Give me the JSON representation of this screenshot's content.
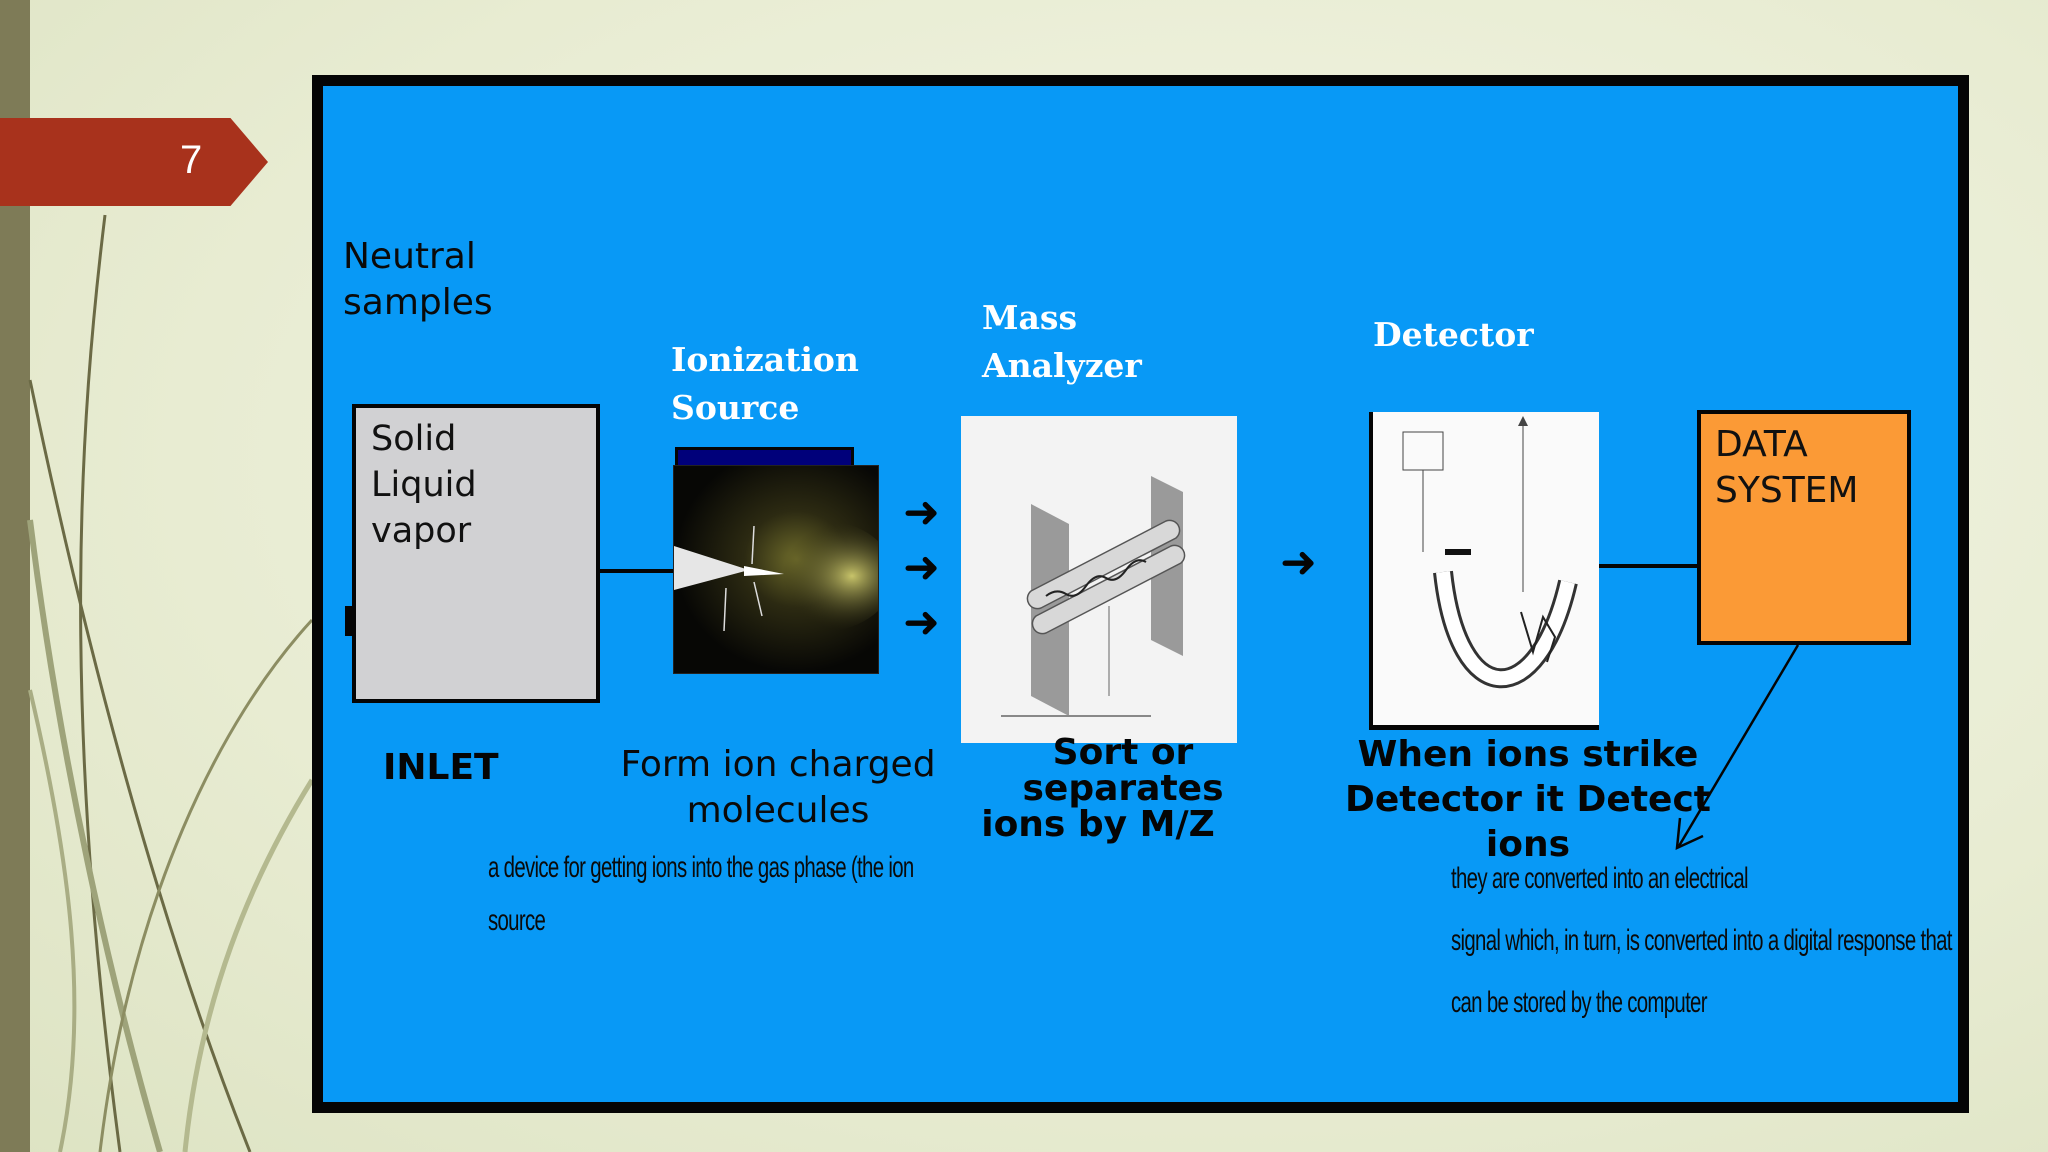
{
  "slide_number": "7",
  "colors": {
    "panel": "#0899f6",
    "slide_tag": "#a8321c",
    "data_system": "#fb9a36",
    "inlet_box": "#d1d1d3"
  },
  "diagram": {
    "neutral_samples": [
      "Neutral",
      "samples"
    ],
    "inlet_box_lines": [
      "Solid",
      "Liquid",
      "vapor"
    ],
    "ionization_source_label": [
      "Ionization",
      "Source"
    ],
    "mass_analyzer_label": [
      "Mass",
      "Analyzer"
    ],
    "detector_label": "Detector",
    "data_system_lines": [
      "DATA",
      "SYSTEM"
    ],
    "inlet_caption": "INLET",
    "ionization_caption": [
      "Form ion charged",
      "molecules"
    ],
    "ionization_note": [
      "a device for getting ions into the gas phase (the ion",
      "source"
    ],
    "analyzer_caption": [
      "Sort or separates",
      "ions by M/Z"
    ],
    "detector_caption": [
      "When ions strike",
      "Detector it Detect ions"
    ],
    "detector_note": [
      "they are converted into an electrical",
      "signal which, in turn, is converted into a digital response that",
      "can be stored by the computer"
    ]
  }
}
